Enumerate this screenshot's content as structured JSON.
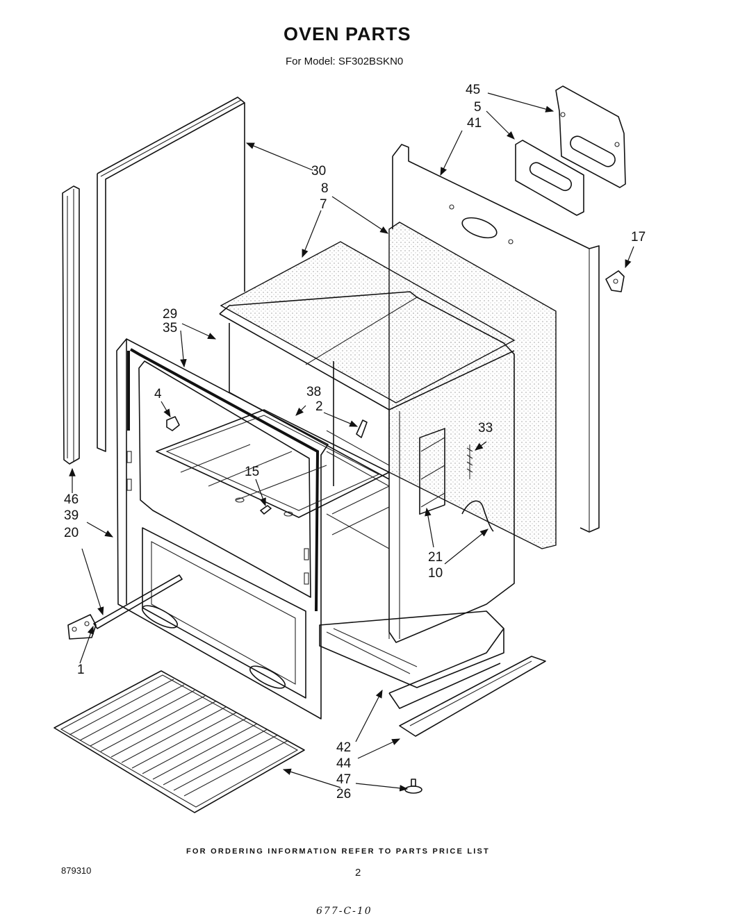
{
  "header": {
    "title": "OVEN PARTS",
    "subtitle": "For Model: SF302BSKN0"
  },
  "callouts": [
    {
      "id": "c45",
      "text": "45"
    },
    {
      "id": "c5",
      "text": "5"
    },
    {
      "id": "c41",
      "text": "41"
    },
    {
      "id": "c30",
      "text": "30"
    },
    {
      "id": "c8",
      "text": "8"
    },
    {
      "id": "c7",
      "text": "7"
    },
    {
      "id": "c17",
      "text": "17"
    },
    {
      "id": "c29",
      "text": "29"
    },
    {
      "id": "c35",
      "text": "35"
    },
    {
      "id": "c38",
      "text": "38"
    },
    {
      "id": "c2",
      "text": "2"
    },
    {
      "id": "c4",
      "text": "4"
    },
    {
      "id": "c33",
      "text": "33"
    },
    {
      "id": "c15",
      "text": "15"
    },
    {
      "id": "c46",
      "text": "46"
    },
    {
      "id": "c39",
      "text": "39"
    },
    {
      "id": "c20",
      "text": "20"
    },
    {
      "id": "c21",
      "text": "21"
    },
    {
      "id": "c10",
      "text": "10"
    },
    {
      "id": "c1",
      "text": "1"
    },
    {
      "id": "c42",
      "text": "42"
    },
    {
      "id": "c44",
      "text": "44"
    },
    {
      "id": "c47",
      "text": "47"
    },
    {
      "id": "c26",
      "text": "26"
    }
  ],
  "footer": {
    "ordering_note": "FOR ORDERING INFORMATION REFER TO PARTS PRICE LIST",
    "document_number": "879310",
    "page_number": "2",
    "handwritten_note": "677-C-10"
  }
}
